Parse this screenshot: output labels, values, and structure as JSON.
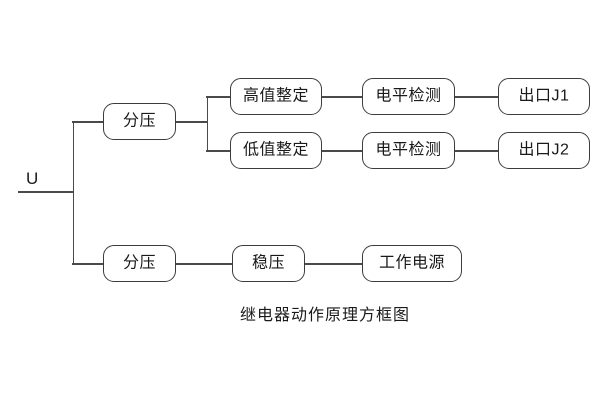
{
  "diagram": {
    "caption": "继电器动作原理方框图",
    "input_label": "U",
    "line_color": "#4a4a4a",
    "box_border_color": "#3c3c3c",
    "background_color": "#ffffff",
    "text_color": "#1a1a1a",
    "nodes": {
      "divider_upper": "分压",
      "high_setting": "高值整定",
      "low_setting": "低值整定",
      "level_detect_1": "电平检测",
      "level_detect_2": "电平检测",
      "output_j1": "出口J1",
      "output_j2": "出口J2",
      "divider_lower": "分压",
      "voltage_regulator": "稳压",
      "working_power": "工作电源"
    }
  }
}
